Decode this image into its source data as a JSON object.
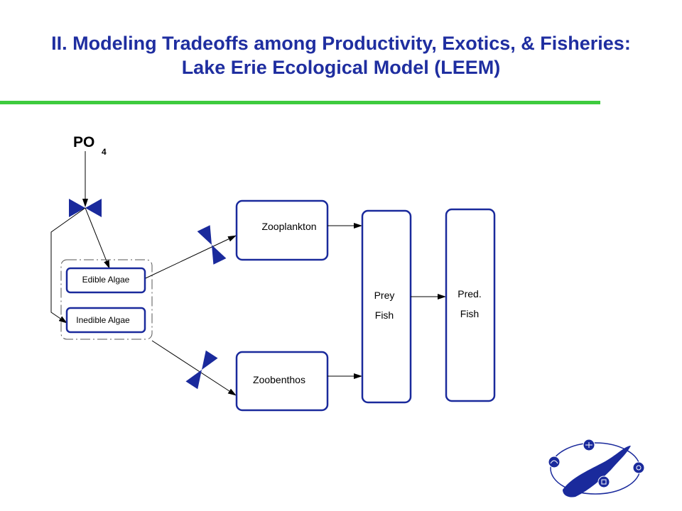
{
  "header": {
    "title_line1": "II.  Modeling Tradeoffs among Productivity, Exotics, & Fisheries:",
    "title_line2": "Lake Erie Ecological Model (LEEM)"
  },
  "colors": {
    "title": "#1f2ea0",
    "rule": "#3ecb3e",
    "box_border": "#1a2a9c",
    "valve": "#1a2a9c"
  },
  "diagram": {
    "nutrient": {
      "label": "PO",
      "subscript": "4"
    },
    "nodes": {
      "edible_algae": "Edible Algae",
      "inedible_algae": "Inedible Algae",
      "zooplankton": "Zooplankton",
      "zoobenthos": "Zoobenthos",
      "prey_fish": [
        "Prey",
        "Fish"
      ],
      "pred_fish": [
        "Pred.",
        "Fish"
      ]
    }
  },
  "logo": {
    "icon": "lake-erie-logo-icon"
  }
}
